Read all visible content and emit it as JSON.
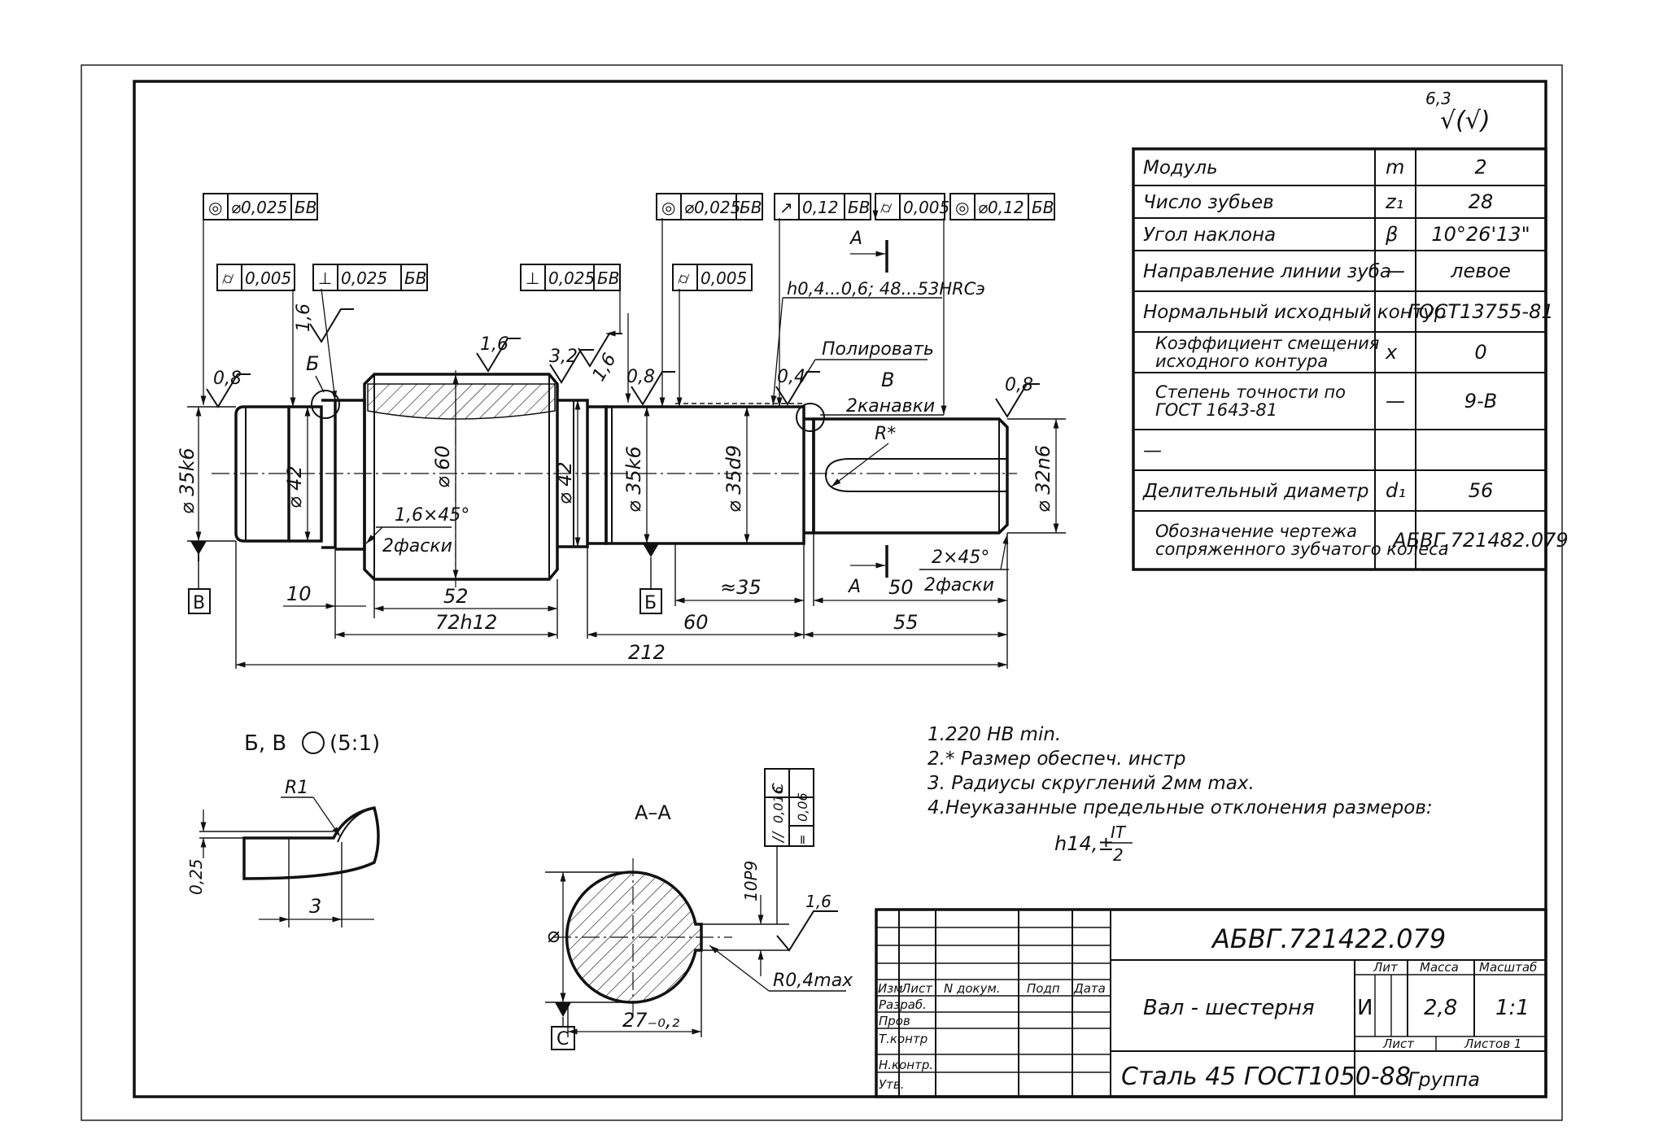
{
  "roughness_general": {
    "value": "6,3",
    "mark": "√(√)"
  },
  "params": [
    {
      "label": "Модуль",
      "sym": "m",
      "value": "2"
    },
    {
      "label": "Число зубьев",
      "sym": "z₁",
      "value": "28"
    },
    {
      "label": "Угол наклона",
      "sym": "β",
      "value": "10°26'13\""
    },
    {
      "label": "Направление линии зуба",
      "sym": "—",
      "value": "левое"
    },
    {
      "label": "Нормальный исходный контур",
      "sym": "",
      "value": "ГОСТ13755-81"
    },
    {
      "label": "Коэффициент смещения исходного контура",
      "sym": "x",
      "value": "0"
    },
    {
      "label": "Степень точности по ГОСТ 1643-81",
      "sym": "—",
      "value": "9-В"
    },
    {
      "label": "—",
      "sym": "",
      "value": ""
    },
    {
      "label": "Делительный диаметр",
      "sym": "d₁",
      "value": "56"
    },
    {
      "label": "Обозначение чертежа сопряженного зубчатого колеса",
      "sym": "",
      "value": "АБВГ.721482.079"
    }
  ],
  "tolerance_frames": {
    "f1": {
      "sym": "◎",
      "value": "⌀0,025",
      "base": "БВ"
    },
    "f2": {
      "sym": "⌭",
      "value": "0,005"
    },
    "f3": {
      "sym": "⊥",
      "value": "0,025",
      "base": "БВ"
    },
    "f4": {
      "sym": "⊥",
      "value": "0,025",
      "base": "БВ"
    },
    "f5": {
      "sym": "◎",
      "value": "⌀0,025",
      "base": "БВ"
    },
    "f6": {
      "sym": "⌭",
      "value": "0,005"
    },
    "f7": {
      "sym": "↗",
      "value": "0,12",
      "base": "БВ"
    },
    "f8": {
      "sym": "⌭",
      "value": "0,005"
    },
    "f9": {
      "sym": "◎",
      "value": "⌀0,12",
      "base": "БВ"
    }
  },
  "labels": {
    "hardness": "h0,4...0,6; 48...53HRCэ",
    "polish": "Полировать",
    "grooves": "2канавки",
    "detail_b": "Б",
    "detail_v": "В",
    "R_star": "R*",
    "section_a": "А",
    "chamfer1": "1,6×45°",
    "chamfer1_count": "2фаски",
    "chamfer2": "2×45°",
    "chamfer2_count": "2фаски",
    "base_v": "В",
    "base_b": "Б",
    "base_c": "С"
  },
  "roughness": {
    "r1": "0,8",
    "r2": "1,6",
    "r3": "1,6",
    "r4": "3,2",
    "r5": "1,6",
    "r6": "0,8",
    "r7": "0,4",
    "r8": "0,8",
    "r9": "1,6"
  },
  "diameters": {
    "d1": "⌀ 35k6",
    "d2": "⌀ 42",
    "d3": "⌀ 60",
    "d4": "⌀ 42",
    "d5": "⌀ 35k6",
    "d6": "⌀ 35d9",
    "d7": "⌀ 32n6"
  },
  "lengths": {
    "l10": "10",
    "l52": "52",
    "l72": "72h12",
    "l35": "≈35",
    "l60": "60",
    "l50": "50",
    "l55": "55",
    "l212": "212"
  },
  "detail_view": {
    "title": "Б, В",
    "scale": "(5:1)",
    "radius": "R1",
    "depth": "0,25",
    "width": "3"
  },
  "section": {
    "title": "А–А",
    "diameter": "⌀",
    "depth": "27₋₀,₂",
    "key_width": "10P9",
    "roughness": "1,6",
    "fillet": "R0,4max",
    "tol_sym1": "//",
    "tol_val1": "0,016",
    "tol_sym2": "═",
    "tol_val2": "0,06",
    "tol_base": "С"
  },
  "notes": [
    "1.220 HB min.",
    "2.* Размер обеспеч. инстр",
    "3. Радиусы скруглений 2мм max.",
    "4.Неуказанные предельные отклонения размеров:"
  ],
  "note_formula": {
    "prefix": "h14,±",
    "num": "IT",
    "den": "2"
  },
  "title_block": {
    "designation": "АБВГ.721422.079",
    "name": "Вал - шестерня",
    "material": "Сталь 45 ГОСТ1050-88",
    "group": "Группа",
    "lit_label": "Лит",
    "mass_label": "Масса",
    "scale_label": "Масштаб",
    "lit": "И",
    "mass": "2,8",
    "scale": "1:1",
    "sheet": "Лист",
    "sheets": "Листов 1",
    "cols": [
      "Изм",
      "Лист",
      "N докум.",
      "Подп",
      "Дата"
    ],
    "rows": [
      "Разраб.",
      "Пров",
      "Т.контр",
      "",
      "Н.контр.",
      "Утв."
    ]
  }
}
